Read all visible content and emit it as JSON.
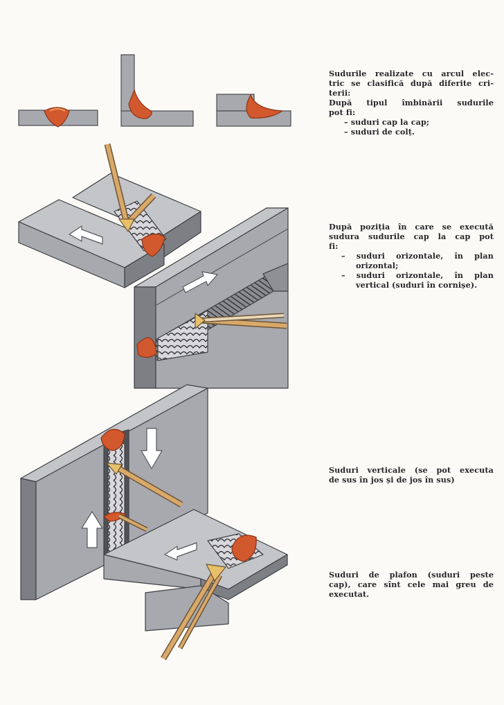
{
  "colors": {
    "metal_face": "#a7a9ae",
    "metal_top": "#c3c5c9",
    "metal_side": "#7d7f85",
    "weld": "#d2582d",
    "weld_light": "#e8884e",
    "electrode": "#d9a96a",
    "ink": "#26262a"
  },
  "section_joints": {
    "lines": [
      "Sudurile realizate cu arcul elec-",
      "tric se clasifică după diferite cri-",
      "terii:",
      "După tipul îmbinării sudurile",
      "pot fi:"
    ],
    "items": [
      "– suduri cap la cap;",
      "– suduri de colț."
    ]
  },
  "section_butt_positions": {
    "lines": [
      "După poziția în care se execută",
      "sudura sudurile cap la cap pot",
      "fi:"
    ],
    "items": [
      [
        "– suduri orizontale, în plan",
        "orizontal;"
      ],
      [
        "– suduri orizontale, în plan",
        "vertical (suduri în cornișe)."
      ]
    ]
  },
  "section_vertical": {
    "lines": [
      "Suduri verticale (se pot executa",
      "de sus în jos și de jos în sus)"
    ]
  },
  "section_overhead": {
    "lines": [
      "Suduri de plafon (suduri peste",
      "cap), care sînt cele mai greu de",
      "executat."
    ]
  }
}
